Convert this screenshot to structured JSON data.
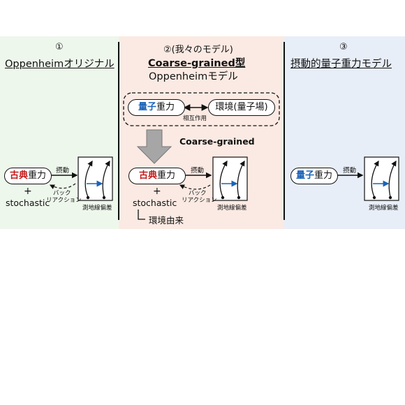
{
  "panel1": {
    "number": "①",
    "title": "Oppenheimオリジナル",
    "gravity_emph": "古典",
    "gravity_rest": "重力",
    "perturb": "摂動",
    "backreaction_l1": "バック",
    "backreaction_l2": "リアクション",
    "plus": "+",
    "stochastic": "stochastic",
    "geodesic": "測地線偏差"
  },
  "panel2": {
    "number_line": "②(我々のモデル)",
    "title_line1": "Coarse-grained型",
    "title_line2": "Oppenheimモデル",
    "qg_emph": "量子",
    "qg_rest": "重力",
    "env": "環境(量子場)",
    "interaction": "相互作用",
    "coarse": "Coarse-grained",
    "gravity_emph": "古典",
    "gravity_rest": "重力",
    "perturb": "摂動",
    "backreaction_l1": "バック",
    "backreaction_l2": "リアクション",
    "plus": "+",
    "stochastic": "stochastic",
    "origin": "環境由来",
    "geodesic": "測地線偏差"
  },
  "panel3": {
    "number": "③",
    "title": "摂動的量子重力モデル",
    "gravity_emph": "量子",
    "gravity_rest": "重力",
    "perturb": "摂動",
    "geodesic": "測地線偏差"
  },
  "colors": {
    "classical": "#c41a1a",
    "quantum": "#1c63b8",
    "arrow_fill": "#a6a6a6"
  }
}
